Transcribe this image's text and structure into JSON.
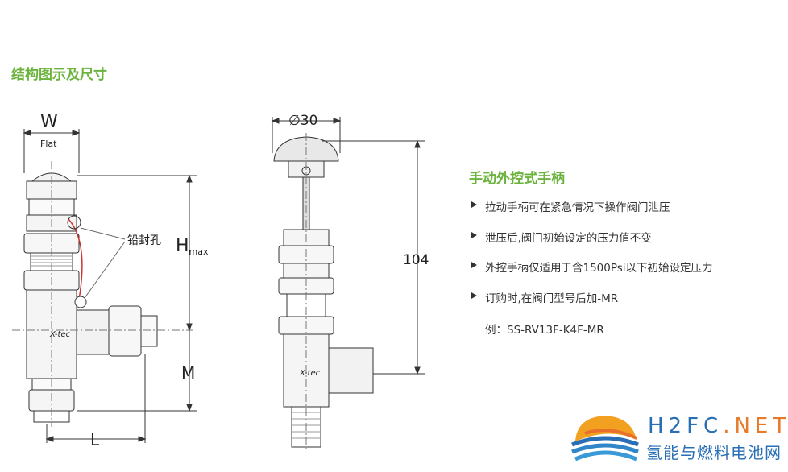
{
  "section_title": "结构图示及尺寸",
  "diagram_left": {
    "width_label": "W",
    "flat_label": "Flat",
    "hmax_label_h": "H",
    "hmax_label_sub": "max",
    "seal_hole_label": "铅封孔",
    "m_label": "M",
    "l_label": "L",
    "brand_mark": "X-tec"
  },
  "diagram_right": {
    "diameter_label": "∅30",
    "height_label": "104",
    "brand_mark": "X-tec"
  },
  "feature": {
    "title": "手动外控式手柄",
    "items": [
      "拉动手柄可在紧急情况下操作阀门泄压",
      "泄压后,阀门初始设定的压力值不变",
      "外控手柄仅适用于含1500Psi以下初始设定压力",
      "订购时,在阀门型号后加-MR"
    ],
    "example": "例：SS-RV13F-K4F-MR"
  },
  "logo": {
    "en_main": "H2FC",
    "en_suffix": ".NET",
    "cn": "氢能与燃料电池网",
    "colors": {
      "blue": "#2a6fb5",
      "orange": "#e87b2a",
      "green": "#6cb33e"
    }
  }
}
